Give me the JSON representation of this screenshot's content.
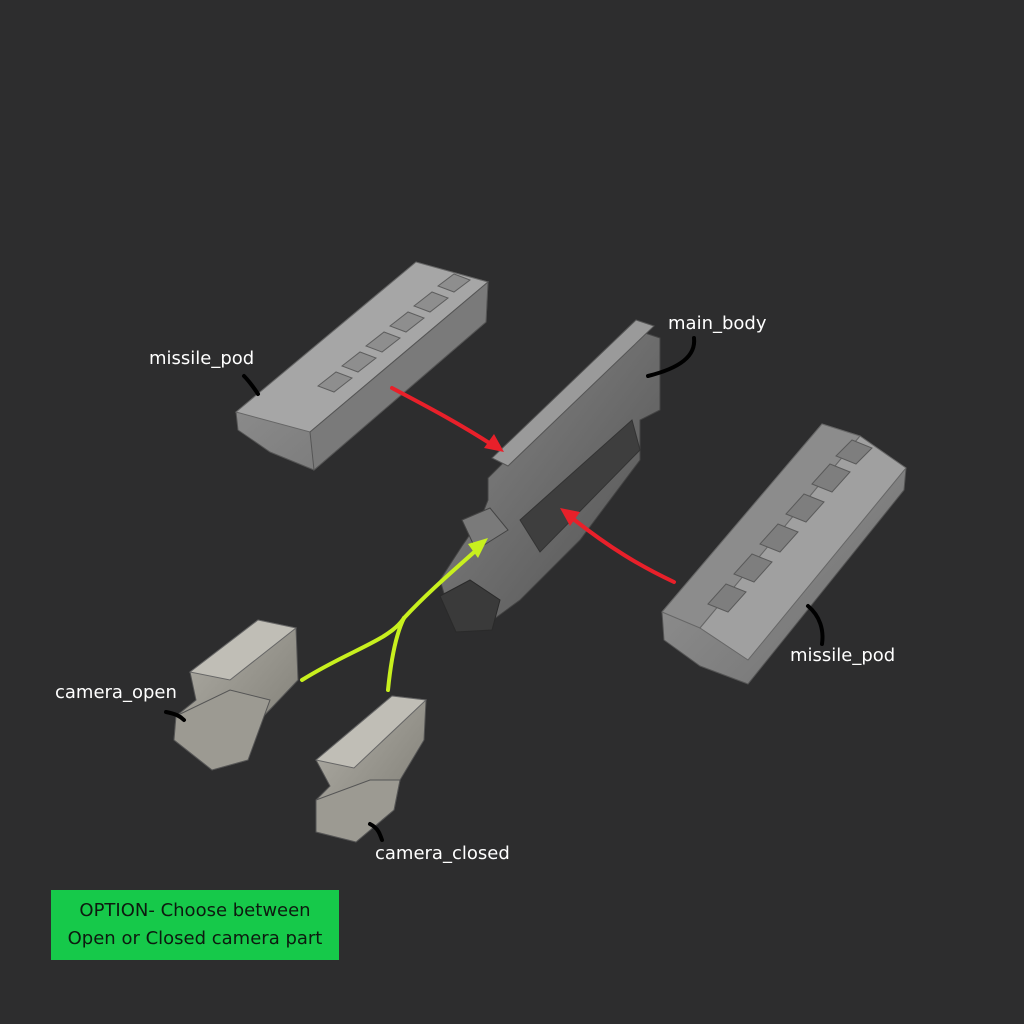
{
  "labels": {
    "missile_pod_top": "missile_pod",
    "main_body": "main_body",
    "missile_pod_right": "missile_pod",
    "camera_open": "camera_open",
    "camera_closed": "camera_closed"
  },
  "note": {
    "line1": "OPTION- Choose between",
    "line2": "Open or Closed camera part"
  },
  "colors": {
    "background": "#2d2d2e",
    "note_background": "#16c94a",
    "arrow_red": "#e8202a",
    "arrow_green": "#c8f01e",
    "leader_line": "#000000"
  }
}
